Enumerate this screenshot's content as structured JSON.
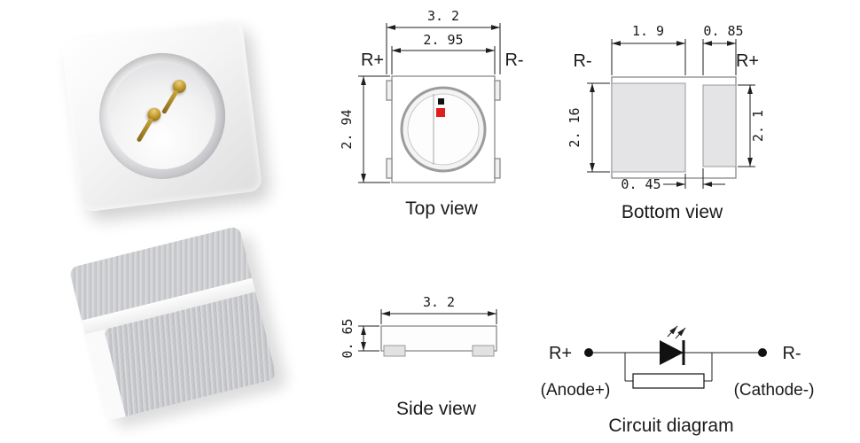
{
  "top_view": {
    "caption": "Top view",
    "labels": {
      "left": "R+",
      "right": "R-"
    },
    "dims": {
      "outer_width": "3. 2",
      "inner_width": "2. 95",
      "height": "2. 94"
    }
  },
  "bottom_view": {
    "caption": "Bottom view",
    "labels": {
      "left": "R-",
      "right": "R+"
    },
    "dims": {
      "left_pad_width": "1. 9",
      "right_pad_width": "0. 85",
      "left_pad_height": "2. 16",
      "right_pad_height": "2. 1",
      "pad_gap": "0. 45"
    }
  },
  "side_view": {
    "caption": "Side view",
    "dims": {
      "width": "3. 2",
      "height": "0. 65"
    }
  },
  "circuit": {
    "caption": "Circuit diagram",
    "anode_label": "R+",
    "anode_sub": "(Anode+)",
    "cathode_label": "R-",
    "cathode_sub": "(Cathode-)"
  },
  "colors": {
    "die_marker_red": "#e11e1e",
    "die_marker_black": "#111111"
  }
}
